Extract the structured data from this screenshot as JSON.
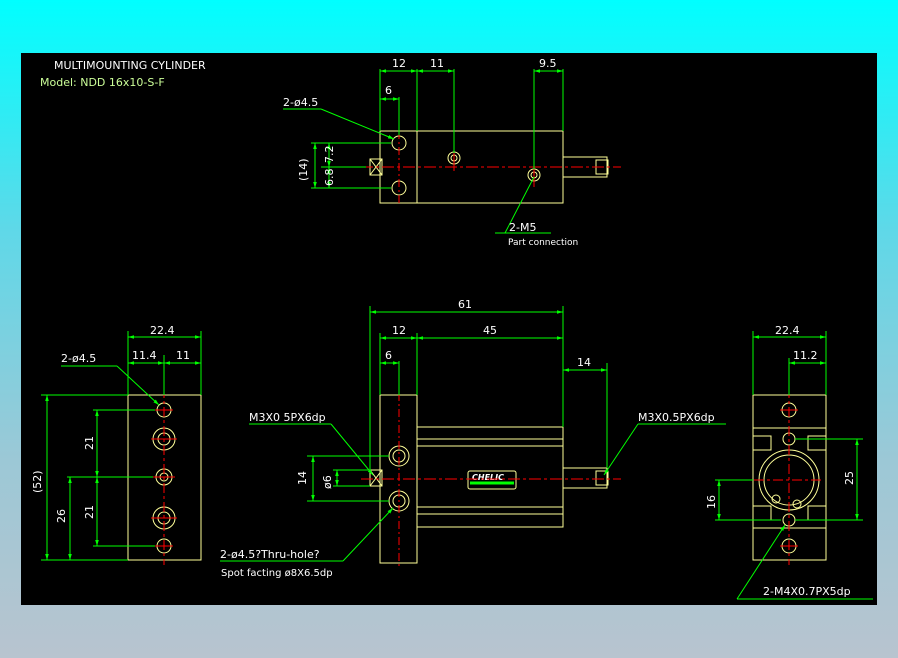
{
  "colors": {
    "background_top": "#00ffff",
    "sheet": "#000000",
    "outline": "#ffff99",
    "dimension": "#00ff00",
    "text": "#ffffff",
    "center_line": "#ff0000",
    "label_green": "#ccff99"
  },
  "title": {
    "heading": "MULTIMOUNTING CYLINDER",
    "model": "Model: NDD 16x10-S-F"
  },
  "top_view": {
    "dim_12": "12",
    "dim_11": "11",
    "dim_9_5": "9.5",
    "dim_6": "6",
    "hole_label": "2-ø4.5",
    "dim_14": "(14)",
    "dim_7_2": "7.2",
    "dim_6_8": "6.8",
    "port_label": "2-M5",
    "port_note": "Part connection"
  },
  "left_view": {
    "dim_22_4": "22.4",
    "dim_11_4": "11.4",
    "dim_11": "11",
    "hole_label": "2-ø4.5",
    "dim_52": "(52)",
    "dim_21a": "21",
    "dim_21b": "21",
    "dim_26": "26"
  },
  "front_view": {
    "dim_61": "61",
    "dim_12": "12",
    "dim_45": "45",
    "dim_6": "6",
    "dim_14_right": "14",
    "thread_left": "M3X0 5PX6dp",
    "thread_right": "M3X0.5PX6dp",
    "dim_14_left": "14",
    "dim_phi6": "ø6",
    "hole_note": "2-ø4.5?Thru-hole?",
    "spot_note": "Spot facting ø8X6.5dp",
    "brand": "CHELIC"
  },
  "right_view": {
    "dim_22_4": "22.4",
    "dim_11_2": "11.2",
    "dim_25": "25",
    "dim_16": "16",
    "thread_label": "2-M4X0.7PX5dp"
  }
}
